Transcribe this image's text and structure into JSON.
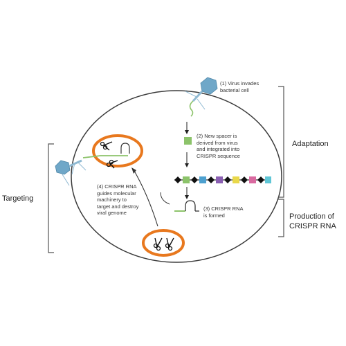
{
  "steps": {
    "step1": "(1) Virus invades\nbacterial cell",
    "step2": "(2) New spacer is\nderived from virus\nand integrated into\nCRISPR sequence",
    "step3": "(3) CRISPR RNA\nis formed",
    "step4": "(4) CRISPR RNA\nguides molecular\nmachinery to\ntarget and destroy\nviral genome"
  },
  "phases": {
    "adaptation": "Adaptation",
    "production": "Production of\nCRISPR RNA",
    "targeting": "Targeting"
  },
  "colors": {
    "cell_outline": "#3a3a3a",
    "ring": "#e8781e",
    "phage_head": "#6fa7c8",
    "phage_tail": "#8fb9d2",
    "spacer_green": "#8cc36a",
    "repeat_black": "#111111",
    "spacer_blue": "#4da0cf",
    "spacer_purple": "#8a5fb2",
    "spacer_yellow": "#e9d84a",
    "spacer_pink": "#d96aa0",
    "spacer_cyan": "#5fc6d6"
  },
  "icons": [
    "phage-icon",
    "scissors-icon",
    "rna-hairpin-icon",
    "crispr-array"
  ]
}
